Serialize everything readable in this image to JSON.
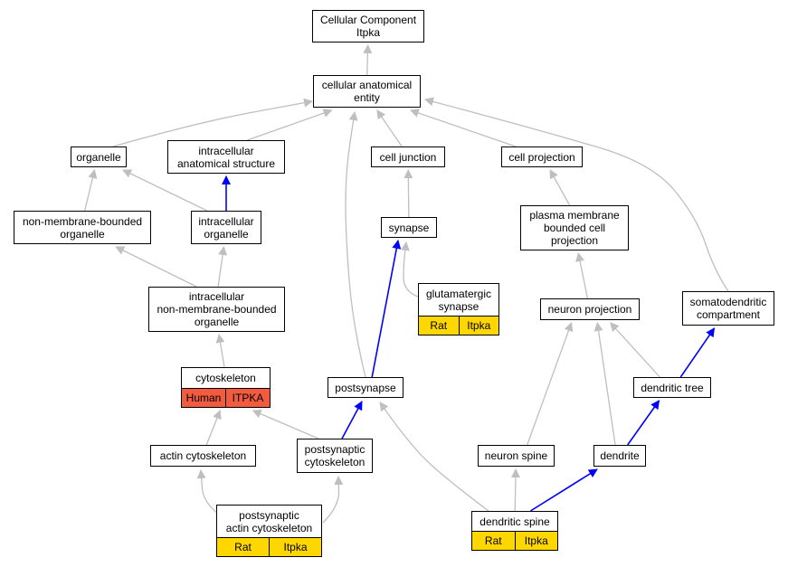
{
  "nodes": {
    "root": {
      "lines": [
        "Cellular Component",
        "Itpka"
      ]
    },
    "cae": {
      "lines": [
        "cellular anatomical",
        "entity"
      ]
    },
    "organelle": {
      "lines": [
        "organelle"
      ]
    },
    "ias": {
      "lines": [
        "intracellular",
        "anatomical structure"
      ]
    },
    "celljunc": {
      "lines": [
        "cell junction"
      ]
    },
    "cellproj": {
      "lines": [
        "cell projection"
      ]
    },
    "nmbo": {
      "lines": [
        "non-membrane-bounded",
        "organelle"
      ]
    },
    "io": {
      "lines": [
        "intracellular",
        "organelle"
      ]
    },
    "synapse": {
      "lines": [
        "synapse"
      ]
    },
    "pmbcp": {
      "lines": [
        "plasma membrane",
        "bounded cell",
        "projection"
      ]
    },
    "inmbo": {
      "lines": [
        "intracellular",
        "non-membrane-bounded",
        "organelle"
      ]
    },
    "glut": {
      "lines": [
        "glutamatergic",
        "synapse"
      ],
      "annotation": [
        "Rat",
        "Itpka"
      ]
    },
    "neuproj": {
      "lines": [
        "neuron projection"
      ]
    },
    "somato": {
      "lines": [
        "somatodendritic",
        "compartment"
      ]
    },
    "cyto": {
      "lines": [
        "cytoskeleton"
      ],
      "annotation": [
        "Human",
        "ITPKA"
      ]
    },
    "postsyn": {
      "lines": [
        "postsynapse"
      ]
    },
    "dendtree": {
      "lines": [
        "dendritic tree"
      ]
    },
    "actin": {
      "lines": [
        "actin cytoskeleton"
      ]
    },
    "psc": {
      "lines": [
        "postsynaptic",
        "cytoskeleton"
      ]
    },
    "spine": {
      "lines": [
        "neuron spine"
      ]
    },
    "dendrite": {
      "lines": [
        "dendrite"
      ]
    },
    "psac": {
      "lines": [
        "postsynaptic",
        "actin cytoskeleton"
      ],
      "annotation": [
        "Rat",
        "Itpka"
      ]
    },
    "dspine": {
      "lines": [
        "dendritic spine"
      ],
      "annotation": [
        "Rat",
        "Itpka"
      ]
    }
  },
  "edges": [
    {
      "from": "cae",
      "to": "root",
      "kind": "is_a"
    },
    {
      "from": "organelle",
      "to": "cae",
      "kind": "is_a"
    },
    {
      "from": "ias",
      "to": "cae",
      "kind": "is_a"
    },
    {
      "from": "celljunc",
      "to": "cae",
      "kind": "is_a"
    },
    {
      "from": "cellproj",
      "to": "cae",
      "kind": "is_a"
    },
    {
      "from": "somato",
      "to": "cae",
      "kind": "is_a"
    },
    {
      "from": "postsyn",
      "to": "cae",
      "kind": "is_a"
    },
    {
      "from": "nmbo",
      "to": "organelle",
      "kind": "is_a"
    },
    {
      "from": "io",
      "to": "organelle",
      "kind": "is_a"
    },
    {
      "from": "io",
      "to": "ias",
      "kind": "part_of"
    },
    {
      "from": "synapse",
      "to": "celljunc",
      "kind": "is_a"
    },
    {
      "from": "pmbcp",
      "to": "cellproj",
      "kind": "is_a"
    },
    {
      "from": "inmbo",
      "to": "nmbo",
      "kind": "is_a"
    },
    {
      "from": "inmbo",
      "to": "io",
      "kind": "is_a"
    },
    {
      "from": "glut",
      "to": "synapse",
      "kind": "is_a"
    },
    {
      "from": "postsyn",
      "to": "synapse",
      "kind": "part_of"
    },
    {
      "from": "neuproj",
      "to": "pmbcp",
      "kind": "is_a"
    },
    {
      "from": "cyto",
      "to": "inmbo",
      "kind": "is_a"
    },
    {
      "from": "dendtree",
      "to": "neuproj",
      "kind": "is_a"
    },
    {
      "from": "dendtree",
      "to": "somato",
      "kind": "part_of"
    },
    {
      "from": "actin",
      "to": "cyto",
      "kind": "is_a"
    },
    {
      "from": "psc",
      "to": "cyto",
      "kind": "is_a"
    },
    {
      "from": "psc",
      "to": "postsyn",
      "kind": "part_of"
    },
    {
      "from": "spine",
      "to": "neuproj",
      "kind": "is_a"
    },
    {
      "from": "dendrite",
      "to": "neuproj",
      "kind": "is_a"
    },
    {
      "from": "dendrite",
      "to": "dendtree",
      "kind": "part_of"
    },
    {
      "from": "psac",
      "to": "actin",
      "kind": "is_a"
    },
    {
      "from": "psac",
      "to": "psc",
      "kind": "is_a"
    },
    {
      "from": "dspine",
      "to": "spine",
      "kind": "is_a"
    },
    {
      "from": "dspine",
      "to": "postsyn",
      "kind": "is_a"
    },
    {
      "from": "dspine",
      "to": "dendrite",
      "kind": "part_of"
    }
  ],
  "colors": {
    "is_a": "#BFBFBF",
    "part_of": "#0000FF",
    "annotation_rat": "#FFD700",
    "annotation_human": "#F15B40"
  }
}
